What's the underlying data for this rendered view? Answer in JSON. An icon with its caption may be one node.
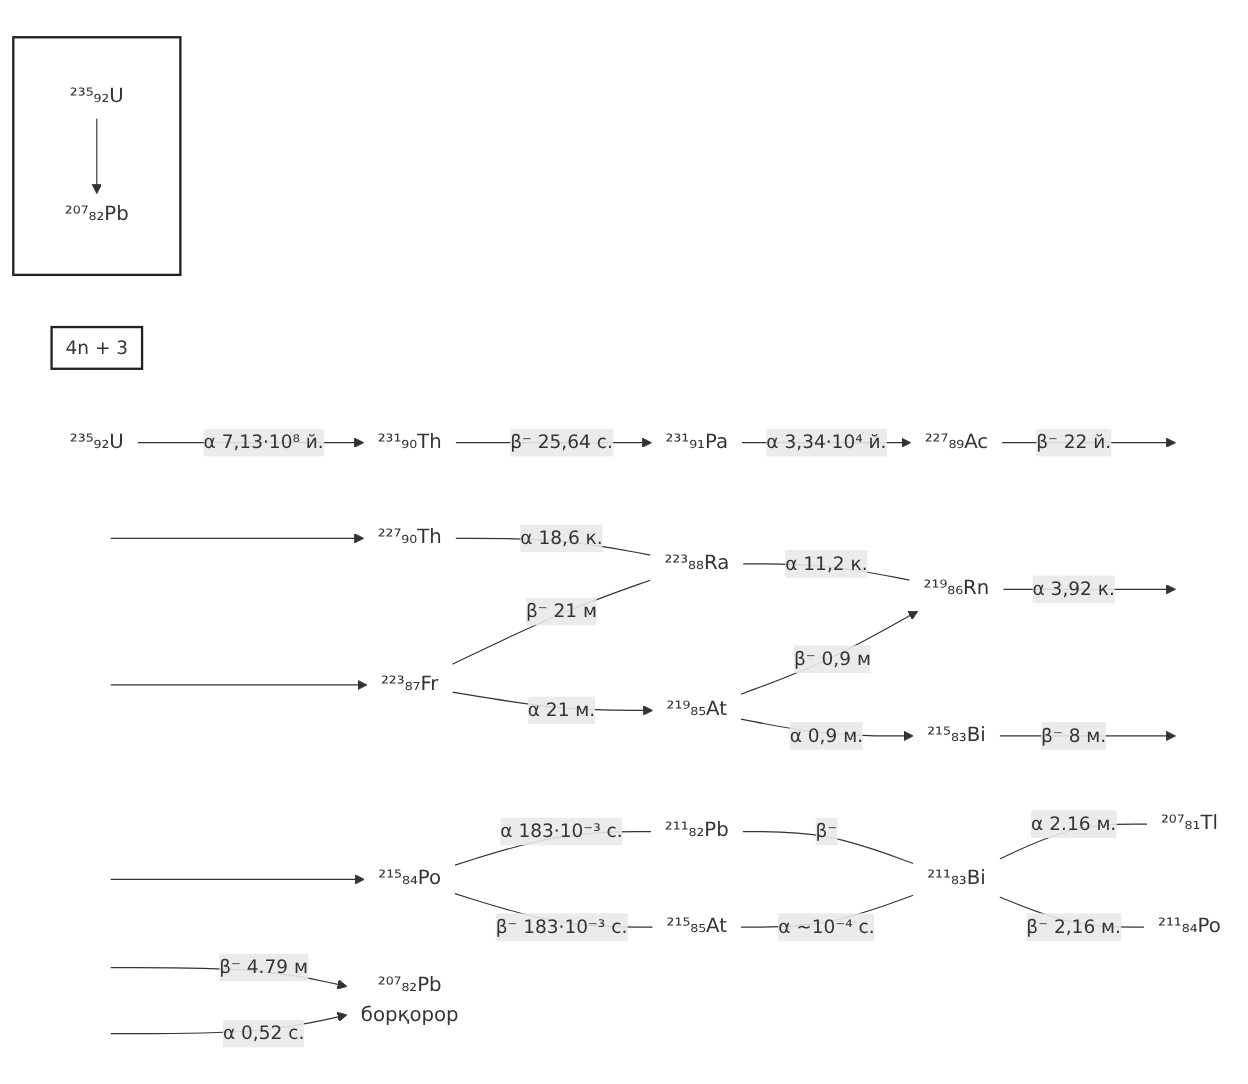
{
  "diagram": {
    "nodes": [
      {
        "text": [
          "4n + 3"
        ]
      },
      {
        "text": [],
        "shape": "box"
      },
      {
        "text": [
          "²³⁵₉₂U"
        ],
        "in": 1
      },
      {
        "text": [
          "²⁰⁷₈₂Pb"
        ],
        "in": 1
      },
      {
        "text": [
          "²³⁵₉₂U"
        ]
      },
      {
        "text": [
          "²³¹₉₀Th"
        ]
      },
      {
        "text": [
          "²³¹₉₁Pa"
        ]
      },
      {
        "text": [
          "²²⁷₈₉Ac"
        ]
      },
      {
        "text": [
          "²²⁷₉₀Th"
        ]
      },
      {
        "text": [
          "²²³₈₇Fr"
        ]
      },
      {
        "text": [
          "²²³₈₈Ra"
        ]
      },
      {
        "text": [
          "²¹⁹₈₅At"
        ]
      },
      {
        "text": [
          "²¹⁹₈₆Rn"
        ]
      },
      {
        "text": [
          "²¹⁵₈₃Bi"
        ]
      },
      {
        "text": [
          "²¹⁵₈₄Po"
        ]
      },
      {
        "text": [
          "²¹¹₈₂Pb"
        ]
      },
      {
        "text": [
          "²¹⁵₈₅At"
        ]
      },
      {
        "text": [
          "²¹¹₈₃Bi"
        ]
      },
      {
        "text": [
          "²⁰⁷₈₁Tl"
        ]
      },
      {
        "text": [
          "²¹¹₈₄Po"
        ]
      },
      {
        "text": [
          "²⁰⁷₈₂Pb",
          "борқорор"
        ]
      }
    ],
    "edges": [
      {
        "from": 2,
        "to": 3,
        "arrow": "to"
      },
      {
        "from": 4,
        "to": 5,
        "arrow": "to",
        "label": "α 7,13·10⁸ й."
      },
      {
        "from": 5,
        "to": 6,
        "arrow": "to",
        "label": "β⁻ 25,64 с."
      },
      {
        "from": 6,
        "to": 7,
        "arrow": "to",
        "label": "α 3,34·10⁴ й."
      },
      {
        "from": 7,
        "to": null,
        "arrow": "to",
        "label": "β⁻ 22 й."
      },
      {
        "from": null,
        "to": 8,
        "arrow": "to"
      },
      {
        "from": null,
        "to": 9,
        "arrow": "to"
      },
      {
        "from": 8,
        "to": 10,
        "arrow": "none",
        "label": "α 18,6 к."
      },
      {
        "from": 9,
        "to": 10,
        "arrow": "none",
        "label": "β⁻ 21 м"
      },
      {
        "from": 9,
        "to": 11,
        "arrow": "to",
        "label": "α 21 м."
      },
      {
        "from": 10,
        "to": 12,
        "arrow": "none",
        "label": "α 11,2 к."
      },
      {
        "from": 11,
        "to": 12,
        "arrow": "to",
        "label": "β⁻ 0,9 м"
      },
      {
        "from": 11,
        "to": 13,
        "arrow": "to",
        "label": "α 0,9 м."
      },
      {
        "from": 12,
        "to": null,
        "arrow": "to",
        "label": "α 3,92 к."
      },
      {
        "from": 13,
        "to": null,
        "arrow": "to",
        "label": "β⁻ 8 м."
      },
      {
        "from": null,
        "to": 14,
        "arrow": "to"
      },
      {
        "from": 14,
        "to": 15,
        "arrow": "none",
        "label": "α 183·10⁻³ с."
      },
      {
        "from": 14,
        "to": 16,
        "arrow": "none",
        "label": "β⁻ 183·10⁻³ с."
      },
      {
        "from": 15,
        "to": 17,
        "arrow": "none",
        "label": "β⁻"
      },
      {
        "from": 16,
        "to": 17,
        "arrow": "none",
        "label": "α ~10⁻⁴ с."
      },
      {
        "from": 17,
        "to": 18,
        "arrow": "none",
        "label": "α 2.16 м."
      },
      {
        "from": 17,
        "to": 19,
        "arrow": "none",
        "label": "β⁻ 2,16 м."
      },
      {
        "from": null,
        "to": 20,
        "arrow": "to",
        "label": "β⁻ 4.79 м"
      },
      {
        "from": null,
        "to": 20,
        "arrow": "to",
        "label": "α 0,52 с."
      }
    ]
  }
}
